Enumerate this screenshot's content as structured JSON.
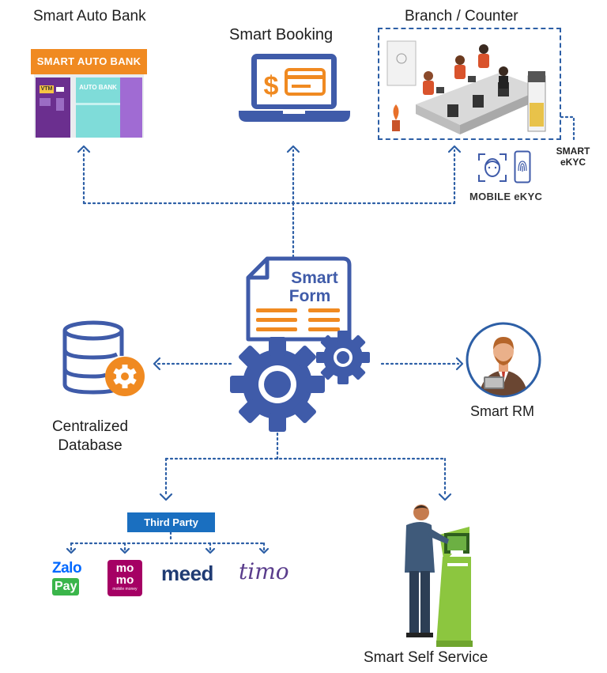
{
  "nodes": {
    "auto_bank": {
      "label": "Smart Auto Bank",
      "banner": "SMART AUTO BANK",
      "machine_left": "VTM",
      "machine_right": "AUTO BANK"
    },
    "booking": {
      "label": "Smart Booking",
      "currency_symbol": "$"
    },
    "branch": {
      "label": "Branch / Counter"
    },
    "smart_ekyc": {
      "line1": "SMART",
      "line2": "eKYC"
    },
    "mobile_ekyc": {
      "label": "MOBILE eKYC"
    },
    "smart_form": {
      "line1": "Smart",
      "line2": "Form"
    },
    "database": {
      "line1": "Centralized",
      "line2": "Database"
    },
    "smart_rm": {
      "label": "Smart RM"
    },
    "third_party": {
      "label": "Third Party",
      "logos": {
        "zalo_top": "Zalo",
        "zalo_bottom": "Pay",
        "momo_top": "mo",
        "momo_bottom": "mo",
        "momo_sub": "mobile money",
        "meed": "meed",
        "timo": "timo"
      }
    },
    "self_service": {
      "label": "Smart Self Service"
    }
  },
  "colors": {
    "primary_blue": "#3f5ba9",
    "connector_blue": "#2d5fa6",
    "accent_orange": "#f08a21",
    "third_party_blue": "#1a6fc0",
    "kiosk_green": "#8cc63f",
    "auto_bank_purple": "#6b2f8f",
    "zalo_blue": "#0068ff",
    "zalo_green": "#3ab54a",
    "momo_pink": "#a50064",
    "meed_navy": "#1f3b73",
    "timo_purple": "#5a3d8c"
  },
  "icons": [
    "atm-machine-icon",
    "laptop-payment-icon",
    "branch-office-icon",
    "face-scan-icon",
    "fingerprint-phone-icon",
    "smart-form-document-icon",
    "gear-icon",
    "database-icon",
    "relationship-manager-avatar",
    "self-service-kiosk-icon"
  ]
}
